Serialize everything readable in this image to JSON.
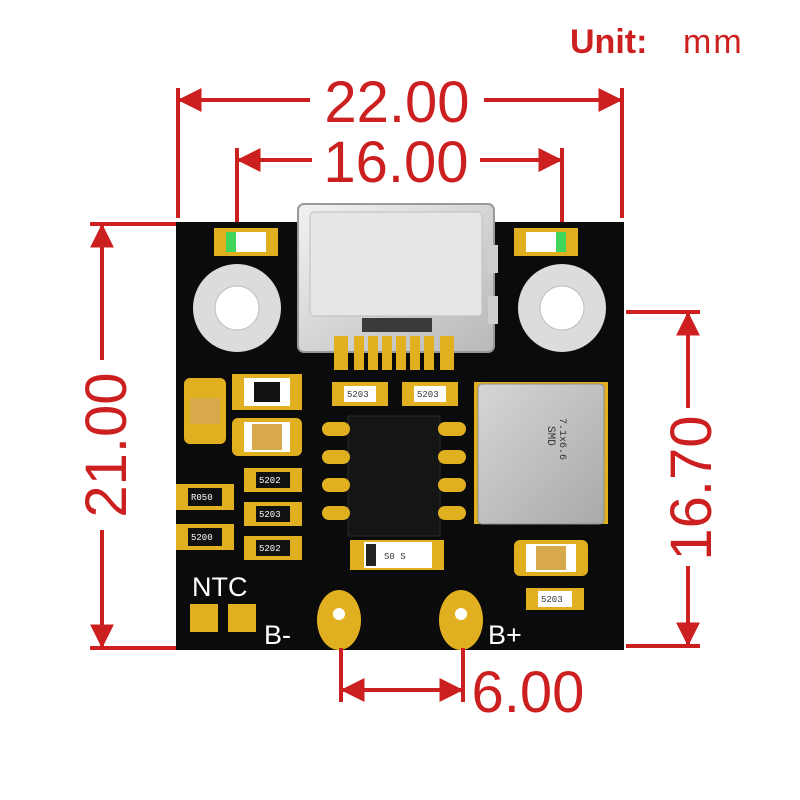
{
  "unit": {
    "label": "Unit:",
    "value": "mm"
  },
  "dimensions": {
    "board_width": "22.00",
    "mount_hole_spacing": "16.00",
    "board_height": "21.00",
    "inner_height": "16.70",
    "pad_spacing": "6.00"
  },
  "silkscreen": {
    "ntc": "NTC",
    "b_minus": "B-",
    "b_plus": "B+",
    "inductor_line1": "SMD",
    "inductor_line2": "7.1x6.6",
    "res_a": "R050",
    "res_b": "5200",
    "res_c": "5202",
    "res_d": "5203",
    "cap_top_left": "5203",
    "cap_top_right": "5203",
    "diode": "S0 S",
    "res_bottom_right": "5203"
  },
  "colors": {
    "dimension": "#cc1f1f",
    "board": "#0b0b0b",
    "pad": "#e0b020",
    "silk": "#ffffff"
  }
}
